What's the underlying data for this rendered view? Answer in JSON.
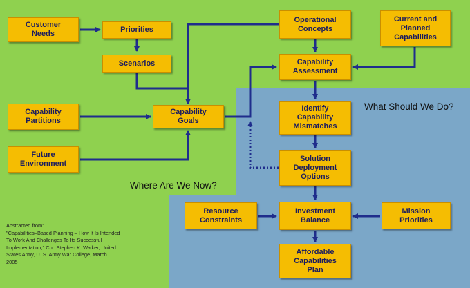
{
  "colors": {
    "green_region": "#8fd14f",
    "blue_region": "#7ba7c8",
    "box_fill": "#f5bd02",
    "box_text": "#1c1d5e",
    "arrow": "#1f2d8c"
  },
  "boxes": {
    "customer_needs": "Customer\nNeeds",
    "priorities": "Priorities",
    "scenarios": "Scenarios",
    "capability_partitions": "Capability\nPartitions",
    "capability_goals": "Capability\nGoals",
    "future_environment": "Future\nEnvironment",
    "operational_concepts": "Operational\nConcepts",
    "current_planned": "Current and\nPlanned\nCapabilities",
    "capability_assessment": "Capability\nAssessment",
    "identify_mismatches": "Identify\nCapability\nMismatches",
    "solution_options": "Solution\nDeployment\nOptions",
    "resource_constraints": "Resource\nConstraints",
    "investment_balance": "Investment\nBalance",
    "mission_priorities": "Mission\nPriorities",
    "affordable_plan": "Affordable\nCapabilities\nPlan"
  },
  "regions": {
    "now_label": "Where Are We Now?",
    "do_label": "What Should We Do?"
  },
  "source_note": "Abstracted from:\n\"Capabilities–Based Planning – How It Is Intended\nTo Work And Challenges To Its Successful\nImplementation,\" Col. Stephen K. Walker, United\nStates Army, U. S. Army War College, March\n2005"
}
